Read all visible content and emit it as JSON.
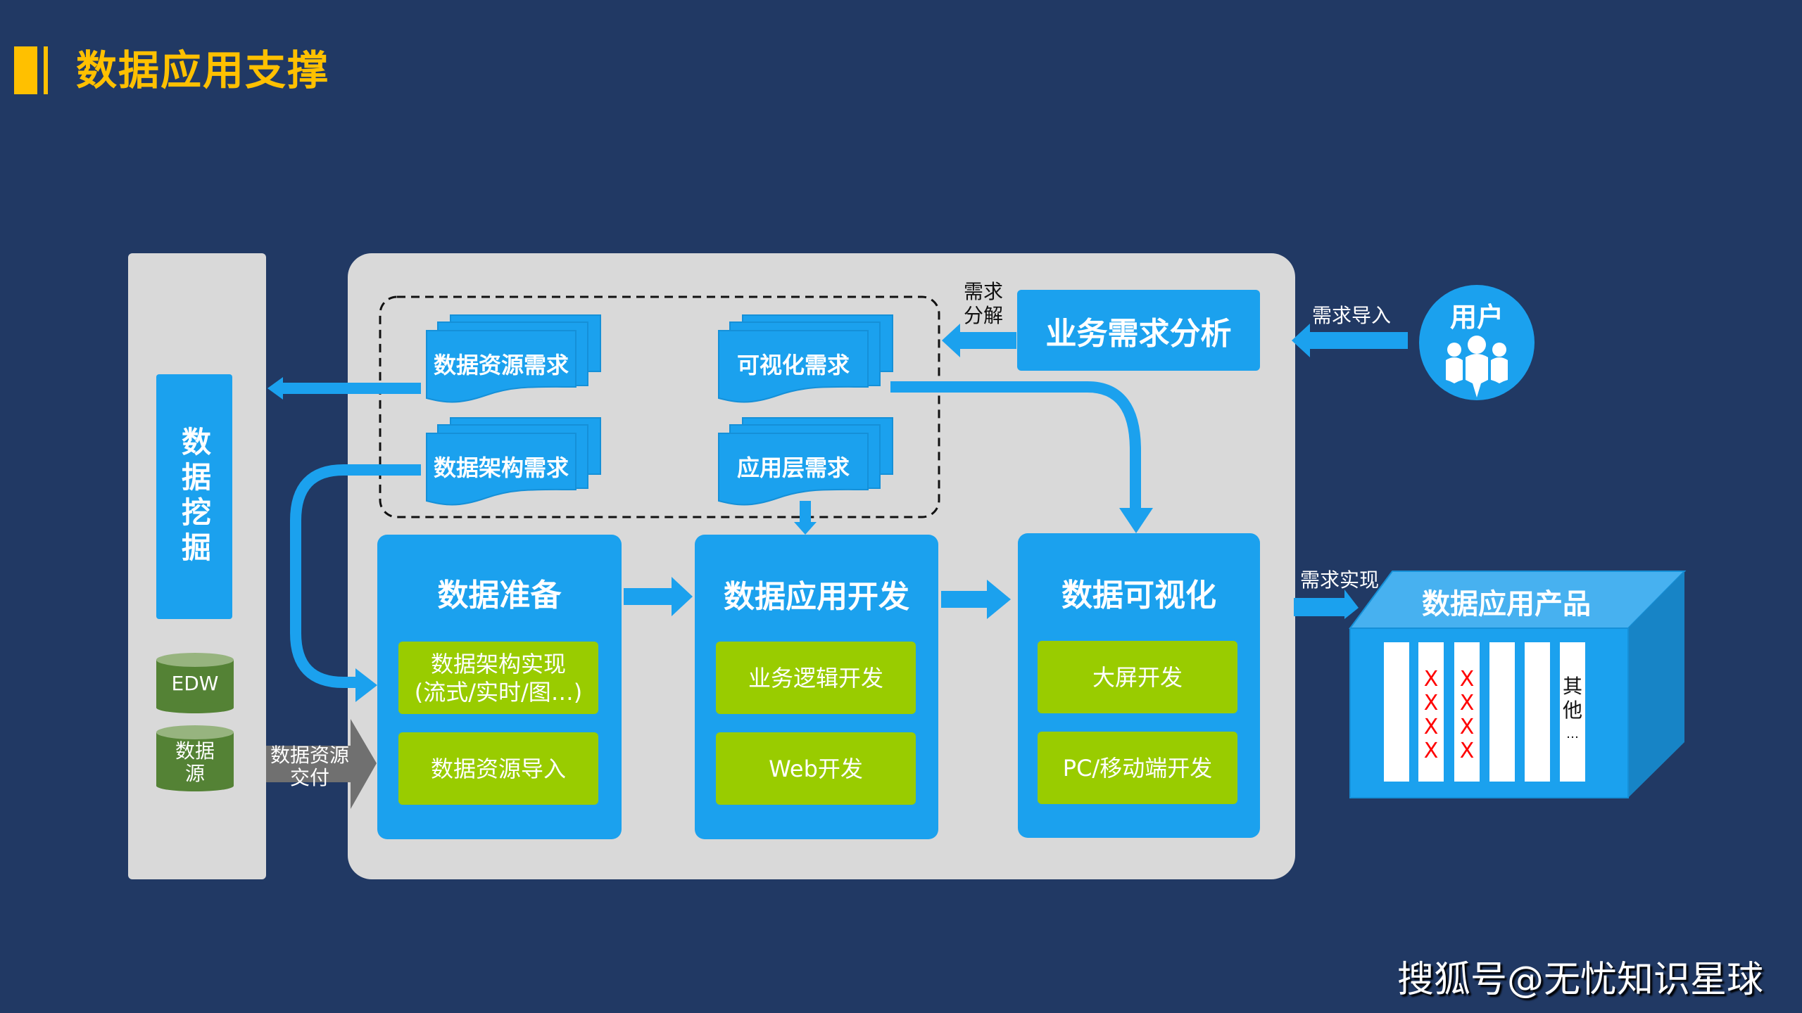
{
  "title": "数据应用支撑",
  "left_column": {
    "mining_label": "数据挖掘",
    "edw_label": "EDW",
    "source_label_line1": "数据",
    "source_label_line2": "源"
  },
  "delivery_arrow": {
    "line1": "数据资源",
    "line2": "交付"
  },
  "requirements": {
    "data_resource": "数据资源需求",
    "visualization": "可视化需求",
    "data_architecture": "数据架构需求",
    "application_layer": "应用层需求"
  },
  "decompose_label": {
    "line1": "需求",
    "line2": "分解"
  },
  "business_analysis": "业务需求分析",
  "import_label": "需求导入",
  "user_label": "用户",
  "stages": [
    {
      "title": "数据准备",
      "items": [
        {
          "line1": "数据架构实现",
          "line2": "(流式/实时/图…)"
        },
        {
          "line1": "数据资源导入",
          "line2": ""
        }
      ]
    },
    {
      "title": "数据应用开发",
      "items": [
        {
          "line1": "业务逻辑开发",
          "line2": ""
        },
        {
          "line1": "Web开发",
          "line2": ""
        }
      ]
    },
    {
      "title": "数据可视化",
      "items": [
        {
          "line1": "大屏开发",
          "line2": ""
        },
        {
          "line1": "PC/移动端开发",
          "line2": ""
        }
      ]
    }
  ],
  "realize_label": "需求实现",
  "product": {
    "title": "数据应用产品",
    "slot_marks": [
      "X",
      "X",
      "X",
      "X"
    ],
    "other_line1": "其",
    "other_line2": "他",
    "other_line3": "…"
  },
  "watermark": "搜狐号@无忧知识星球",
  "colors": {
    "background": "#213964",
    "accent_yellow": "#ffc000",
    "blue": "#1ba1ee",
    "green": "#99cc00",
    "panel_gray": "#d9d9d9",
    "db_green": "#548235"
  }
}
